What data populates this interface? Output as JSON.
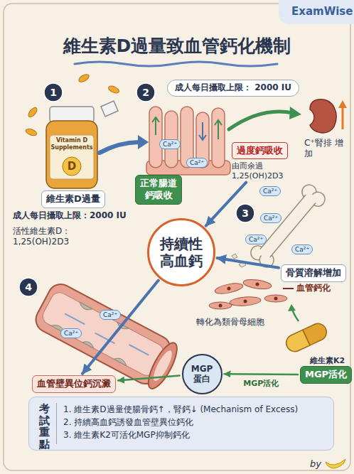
{
  "diagram": {
    "title": "維生素D過量致血管鈣化機制",
    "nodes": [
      {
        "text": [
          "維生素D過量"
        ]
      },
      {
        "text": [
          "成人每日攝取上限： 2000 IU"
        ]
      },
      {
        "text": [
          "正常腸道 鈣吸收"
        ]
      },
      {
        "text": [
          "過度鈣吸收",
          "由而余過 1,25(OH)2D3"
        ]
      },
      {
        "text": [
          "持續性 高血鈣"
        ]
      },
      {
        "text": [
          "骨質溶解增加"
        ]
      },
      {
        "text": [
          "血管壁異位鈣沉澱"
        ]
      },
      {
        "text": [
          "MGP 蛋白"
        ]
      },
      {
        "text": [
          "MGP活化"
        ]
      },
      {
        "text": [
          "考試重點",
          "1. 維生素D過量使腸骨鈣↑，腎鈣↓ (Mechanism of Excess)",
          "2. 持續高血鈣誘發血管壁異位鈣化",
          "3. 維生素K2可活化MGP抑制鈣化"
        ]
      }
    ],
    "edges": [
      {
        "from": 3,
        "to": 4,
        "arrow": "to"
      },
      {
        "from": 5,
        "to": 4,
        "arrow": "to"
      },
      {
        "from": 4,
        "to": 6,
        "arrow": "to"
      },
      {
        "from": 8,
        "to": 7,
        "arrow": "to",
        "label": "MGP活化"
      },
      {
        "from": 7,
        "to": 6,
        "arrow": "to"
      }
    ],
    "labels": [
      "ExamWise",
      "1",
      "2",
      "3",
      "4",
      "Vitamin D Supplements",
      "D",
      "Ca²⁺",
      "Ca²⁺",
      "C⁺腎排 增加",
      "成人每日攝取上限：2000 IU",
      "活性維生素D： 1,25(OH)2D3",
      "Ca²⁺",
      "Ca²⁺",
      "Ca²⁺",
      "Ca²⁺",
      "Ca²⁺",
      "Ca²⁺",
      "轉化為類骨母細胞",
      "血管鈣化",
      "維生素K2",
      "by"
    ]
  }
}
